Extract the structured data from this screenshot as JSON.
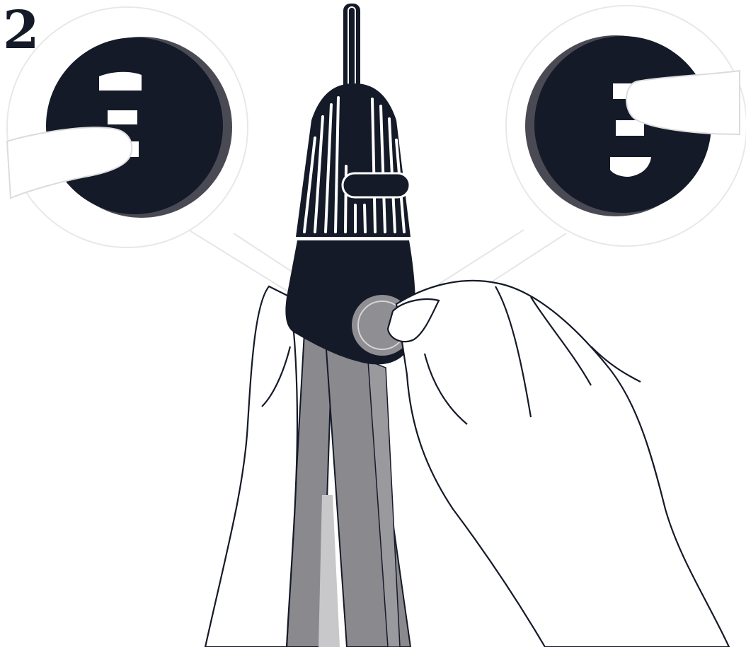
{
  "step": {
    "number": "2"
  },
  "colors": {
    "dark": "#151a28",
    "band_gray": "#8a898e",
    "band_light": "#c8c8ca",
    "ring_gray": "#8f8e93",
    "callout_bg": "#ffffff",
    "rim": "#4a4a55"
  },
  "icons": {
    "step_badge": "step-number",
    "left_callout": "magnified-button-press-left",
    "right_callout": "magnified-button-press-right",
    "device": "clip-device-with-button"
  }
}
